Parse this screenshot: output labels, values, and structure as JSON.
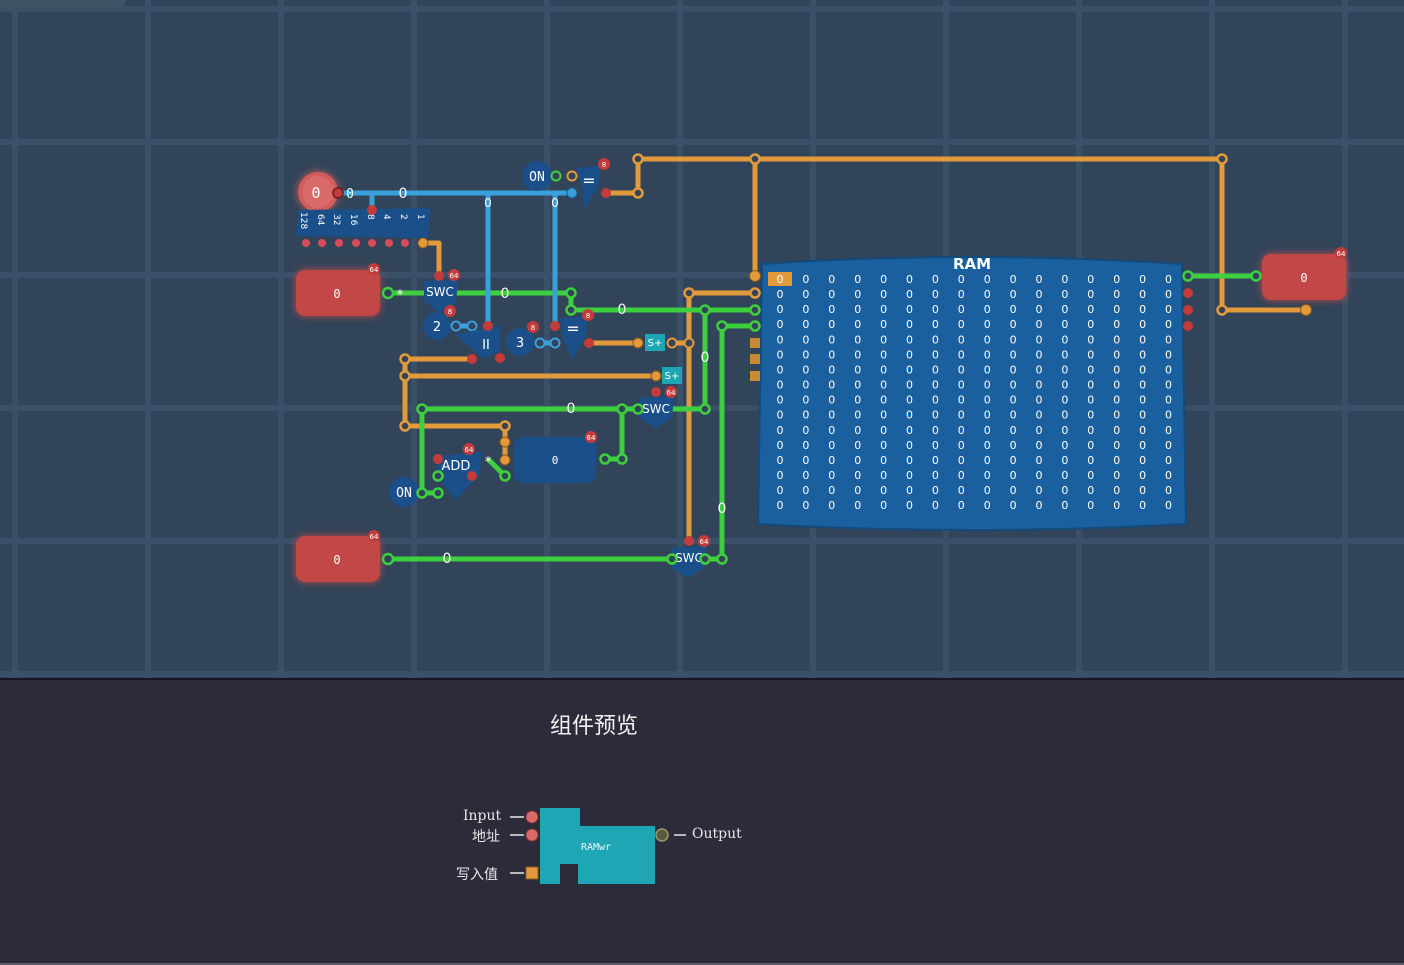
{
  "canvas": {
    "colors": {
      "wire_blue": "#3aa0db",
      "wire_green": "#3ecf3e",
      "wire_orange": "#e39a3b",
      "node_red": "#c24747",
      "node_blue": "#1a4f8a",
      "accent_teal": "#1fa6b5"
    },
    "value_badges": [
      {
        "id": "left-address-input",
        "value": "0"
      },
      {
        "id": "write-value-input",
        "value": "0",
        "bits": "64"
      },
      {
        "id": "data-input",
        "value": "0",
        "bits": "64"
      },
      {
        "id": "register",
        "value": "0",
        "bits": "64"
      },
      {
        "id": "output",
        "value": "0",
        "bits": "64"
      }
    ],
    "bit_splitter_labels": [
      "128",
      "64",
      "32",
      "16",
      "8",
      "4",
      "2",
      "1"
    ],
    "wire_labels": [
      "0",
      "0",
      "0",
      "0",
      "0",
      "0",
      "0",
      "0",
      "0"
    ],
    "gates": {
      "on_top": "ON",
      "on_bottom": "ON",
      "equals_top": "=",
      "equals_mid": "=",
      "swc_top": "SWC",
      "swc_mid": "SWC",
      "swc_bottom": "SWC",
      "add": "ADD",
      "const_two": "2",
      "const_three": "3",
      "pause": "II",
      "s_plus_a": "S+",
      "s_plus_b": "S+",
      "star_a": "*",
      "star_b": "*"
    },
    "bit_badges": {
      "b8": "8",
      "b64": "64"
    },
    "ram": {
      "title": "RAM",
      "rows": 16,
      "cols": 16,
      "cell_value": "0"
    }
  },
  "preview": {
    "title": "组件预览",
    "component_name": "RAMwr",
    "inputs": [
      "Input",
      "地址",
      "写入值"
    ],
    "outputs": [
      "Output"
    ]
  }
}
